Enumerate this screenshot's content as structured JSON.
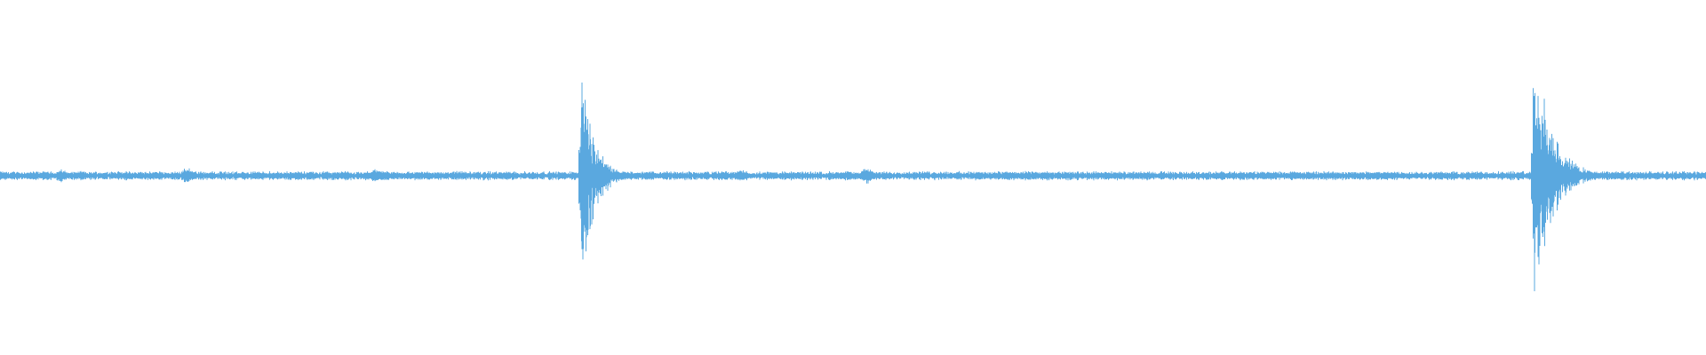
{
  "waveform": {
    "color": "#5aa8df",
    "background": "#ffffff",
    "duration_fraction": 1.0,
    "baseline_noise": 0.025,
    "transients": [
      {
        "position": 0.3403,
        "peak": 0.84,
        "decay": 0.022
      },
      {
        "position": 0.8985,
        "peak": 0.97,
        "decay": 0.03
      }
    ],
    "minor_bursts": [
      {
        "position": 0.036,
        "peak": 0.05
      },
      {
        "position": 0.11,
        "peak": 0.06
      },
      {
        "position": 0.22,
        "peak": 0.05
      },
      {
        "position": 0.268,
        "peak": 0.03
      },
      {
        "position": 0.435,
        "peak": 0.04
      },
      {
        "position": 0.508,
        "peak": 0.06
      },
      {
        "position": 0.59,
        "peak": 0.03
      },
      {
        "position": 0.818,
        "peak": 0.03
      },
      {
        "position": 0.946,
        "peak": 0.03
      }
    ]
  }
}
